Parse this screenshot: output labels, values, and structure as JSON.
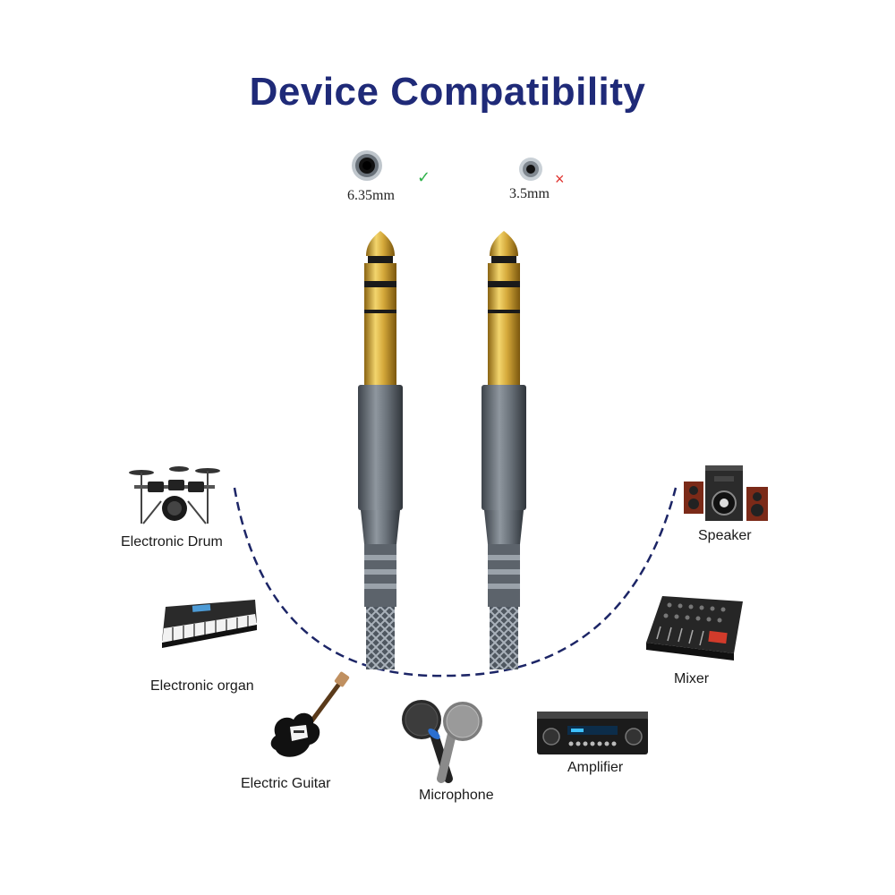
{
  "title": "Device Compatibility",
  "jacks": [
    {
      "size": "6.35mm",
      "status": "compatible",
      "mark": "✓",
      "mark_color": "#2fb24a"
    },
    {
      "size": "3.5mm",
      "status": "not compatible",
      "mark": "×",
      "mark_color": "#e0332f"
    }
  ],
  "devices": [
    {
      "label": "Electronic Drum",
      "icon": "drum-kit-icon"
    },
    {
      "label": "Electronic organ",
      "icon": "keyboard-icon"
    },
    {
      "label": "Electric Guitar",
      "icon": "guitar-icon"
    },
    {
      "label": "Microphone",
      "icon": "microphone-icon"
    },
    {
      "label": "Amplifier",
      "icon": "amplifier-icon"
    },
    {
      "label": "Mixer",
      "icon": "mixer-icon"
    },
    {
      "label": "Speaker",
      "icon": "speaker-icon"
    }
  ],
  "colors": {
    "title": "#1f2a78",
    "arc": "#1c2566",
    "gold": "#c9a232",
    "housing": "#5d646d"
  }
}
